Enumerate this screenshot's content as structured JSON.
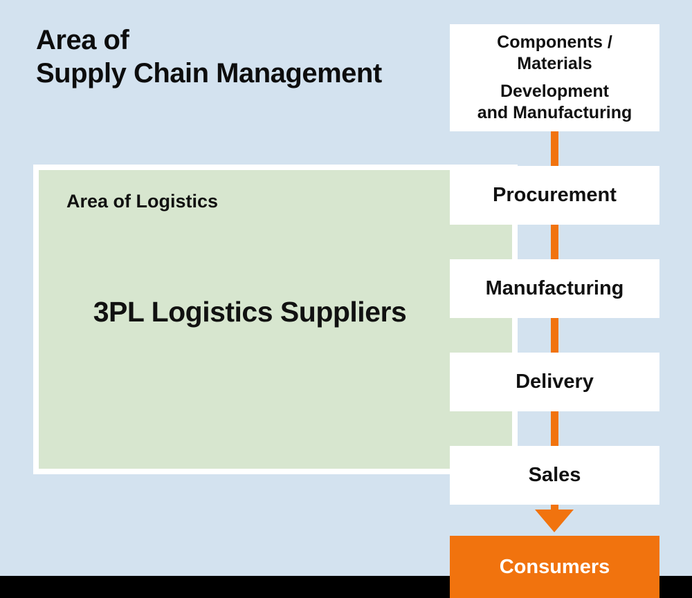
{
  "title": {
    "line1": "Area of",
    "line2": "Supply Chain Management"
  },
  "logistics_area": {
    "label": "Area of Logistics",
    "content": "3PL Logistics Suppliers"
  },
  "flow": {
    "source_box": {
      "line1": "Components /",
      "line2": "Materials",
      "line3": "Development",
      "line4": "and Manufacturing"
    },
    "steps": [
      "Procurement",
      "Manufacturing",
      "Delivery",
      "Sales"
    ],
    "consumers_label": "Consumers"
  },
  "icons": {
    "flow_arrow": "arrow-down-icon"
  },
  "colors": {
    "background": "#d3e2ef",
    "logistics_green": "#d7e6cf",
    "box_white": "#ffffff",
    "accent_orange": "#f1730e",
    "footer_black": "#000000",
    "text_dark": "#111111",
    "consumers_text": "#ffffff"
  }
}
